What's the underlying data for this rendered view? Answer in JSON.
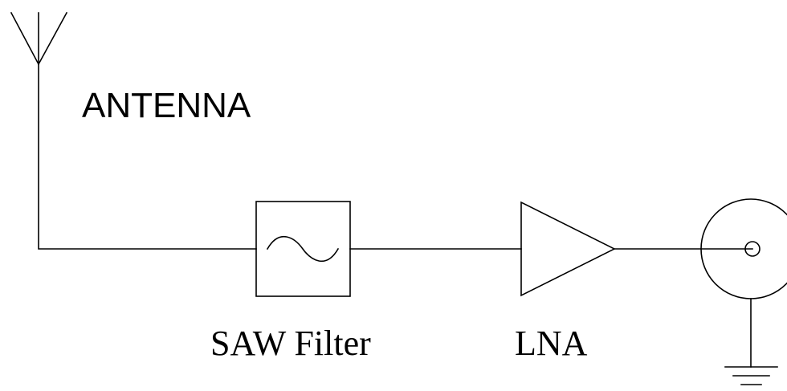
{
  "diagram": {
    "antenna_label": "ANTENNA",
    "saw_filter_label": "SAW Filter",
    "lna_label": "LNA"
  }
}
